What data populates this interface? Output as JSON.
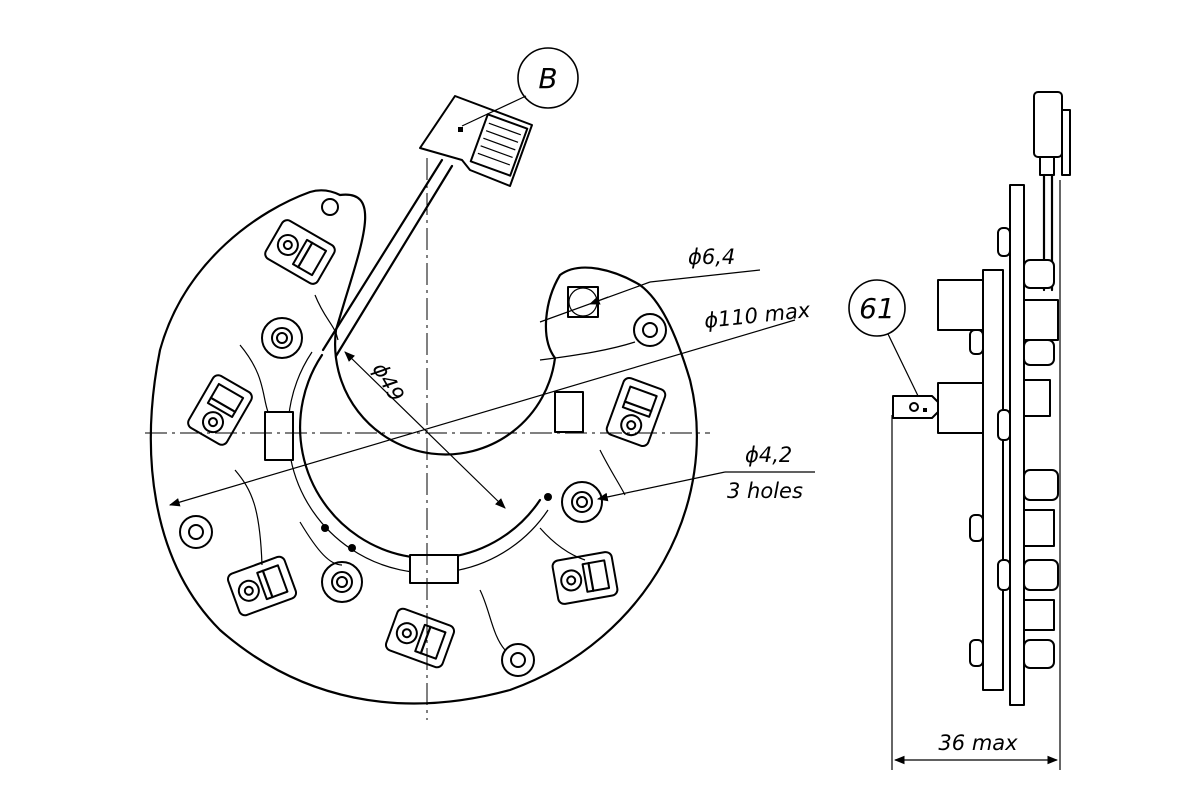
{
  "callouts": {
    "view_letter": "B",
    "part_number": "61"
  },
  "dimensions": {
    "hole_large": "ϕ6,4",
    "outer_diameter": "ϕ110 max",
    "inner_diameter": "ϕ49",
    "hole_small": "ϕ4,2",
    "hole_count": "3 holes",
    "thickness": "36 max"
  }
}
